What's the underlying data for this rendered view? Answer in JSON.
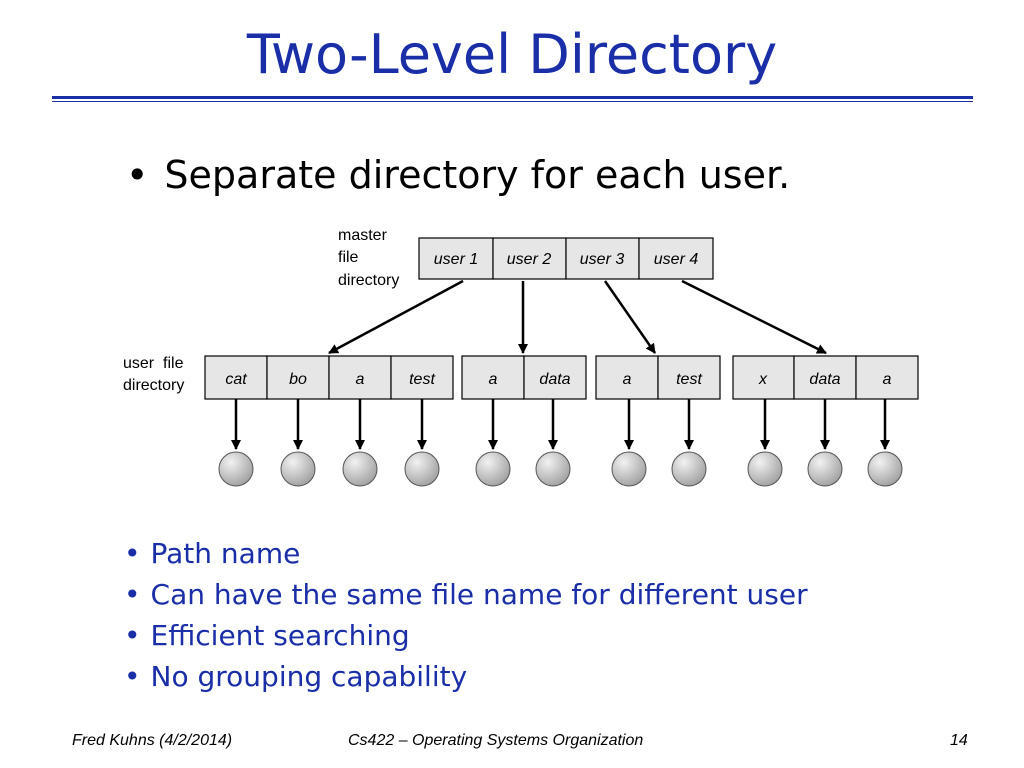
{
  "slide": {
    "title": "Two-Level Directory",
    "bullet": "Separate directory for each user.",
    "bullet_marker": "•",
    "points": [
      "Path name",
      "Can have the same file name for different user",
      "Efficient searching",
      "No grouping capability"
    ]
  },
  "diagram": {
    "master_label": [
      "master",
      "file",
      "directory"
    ],
    "users": [
      "user 1",
      "user 2",
      "user 3",
      "user 4"
    ],
    "user_dir_label": [
      "user  file",
      "directory"
    ],
    "user_dirs": [
      [
        "cat",
        "bo",
        "a",
        "test"
      ],
      [
        "a",
        "data"
      ],
      [
        "a",
        "test"
      ],
      [
        "x",
        "data",
        "a"
      ]
    ],
    "colors": {
      "cell_fill": "#e6e6e6",
      "stroke": "#000000",
      "file_node": "#c9c9c9"
    }
  },
  "footer": {
    "author": "Fred Kuhns (4/2/2014)",
    "course": "Cs422 – Operating Systems Organization",
    "page": "14"
  },
  "colors": {
    "accent": "#1a2ea8",
    "text": "#000000",
    "background": "#ffffff"
  }
}
